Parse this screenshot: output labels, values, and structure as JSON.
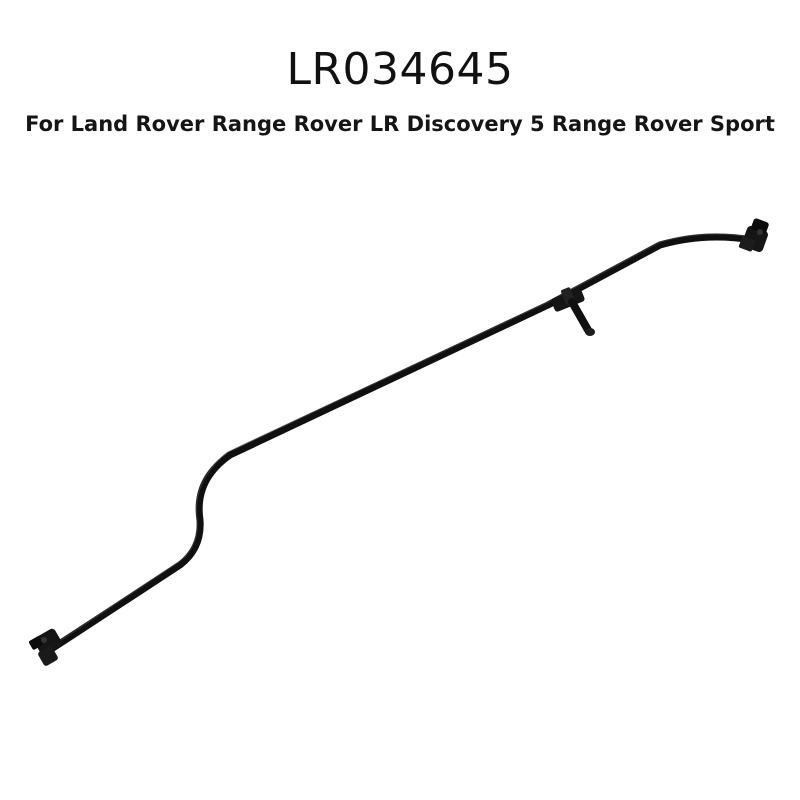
{
  "listing": {
    "part_number": "LR034645",
    "compatibility": "For Land Rover Range Rover LR Discovery 5 Range Rover Sport"
  },
  "image": {
    "subject": "black-hose-pipe-with-connectors",
    "background_color": "#ffffff",
    "pipe_color": "#101010"
  }
}
